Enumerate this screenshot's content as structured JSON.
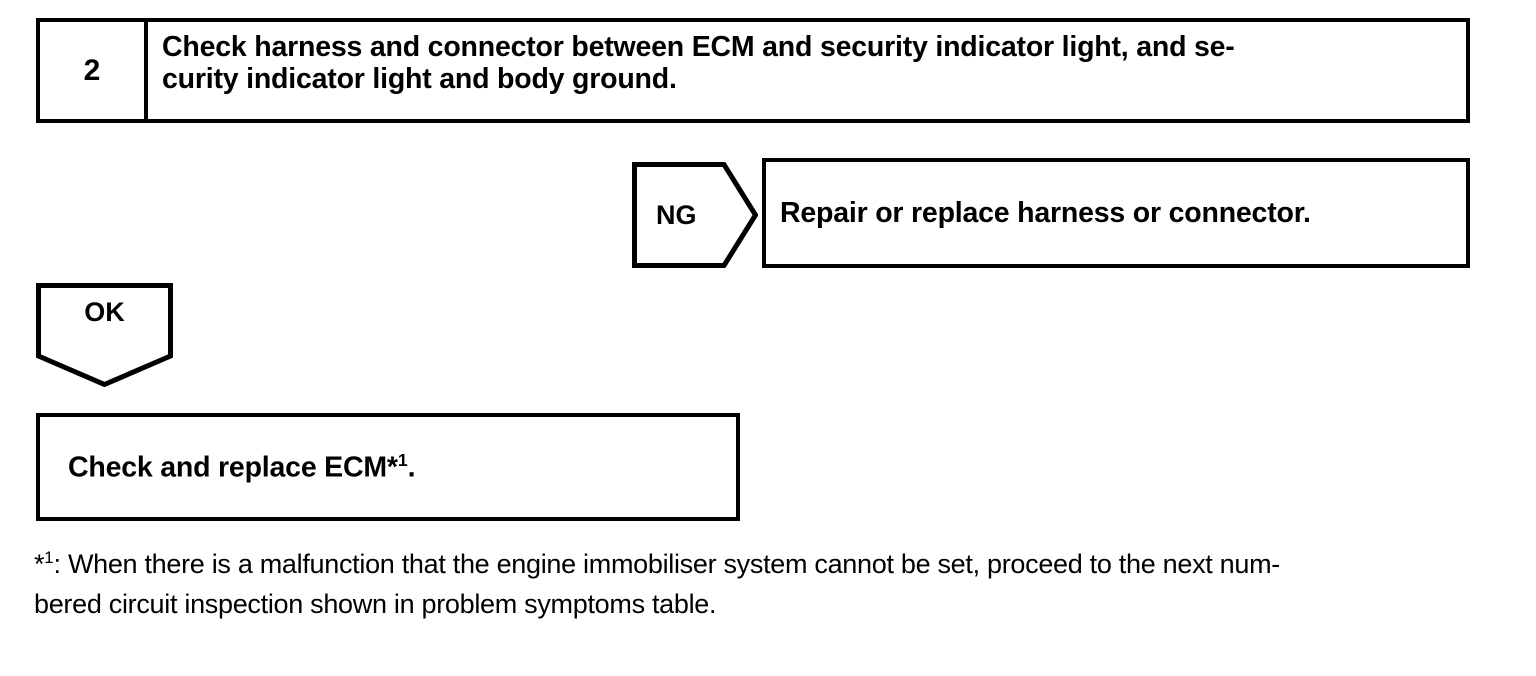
{
  "document": {
    "type": "troubleshooting-flowchart",
    "colors": {
      "ink": "#000000",
      "paper": "#ffffff"
    }
  },
  "step": {
    "number": "2",
    "instruction": "Check harness and connector between ECM and security indicator light, and se-curity indicator light and body ground.",
    "instruction_line1": "Check harness and connector between ECM and security indicator light, and se-",
    "instruction_line2": "curity indicator light and body ground."
  },
  "branches": {
    "ng": {
      "label": "NG",
      "icon": "arrow-right-pentagon-icon",
      "result": "Repair or replace harness or connector."
    },
    "ok": {
      "label": "OK",
      "icon": "arrow-down-pentagon-icon"
    }
  },
  "final_action": {
    "text_before": "Check and replace ECM*",
    "superscript": "1",
    "text_after": "."
  },
  "footnote": {
    "marker_star": "*",
    "marker_number": "1",
    "separator": ": ",
    "line1": "When there is a malfunction that the engine immobiliser system cannot be set, proceed to the next num-",
    "line2": "bered circuit inspection shown in problem symptoms table.",
    "full_text": "*1: When there is a malfunction that the engine immobiliser system cannot be set, proceed to the next numbered circuit inspection shown in problem symptoms table."
  }
}
